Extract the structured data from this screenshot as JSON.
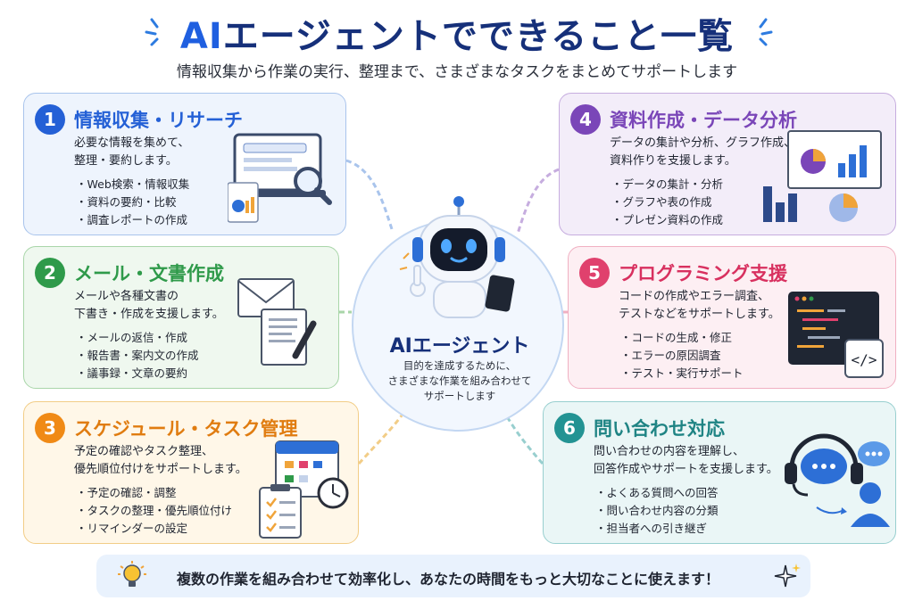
{
  "header": {
    "title_ai": "AI",
    "title_rest": "エージェントでできること一覧",
    "subtitle": "情報収集から作業の実行、整理まで、さまざまなタスクをまとめてサポートします"
  },
  "center": {
    "title": "AIエージェント",
    "desc1": "目的を達成するために、",
    "desc2": "さまざまな作業を組み合わせて",
    "desc3": "サポートします"
  },
  "cards": [
    {
      "num": "1",
      "title": "情報収集・リサーチ",
      "desc1": "必要な情報を集めて、",
      "desc2": "整理・要約します。",
      "items": [
        "Web検索・情報収集",
        "資料の要約・比較",
        "調査レポートの作成"
      ],
      "color": "#2460d6"
    },
    {
      "num": "2",
      "title": "メール・文書作成",
      "desc1": "メールや各種文書の",
      "desc2": "下書き・作成を支援します。",
      "items": [
        "メールの返信・作成",
        "報告書・案内文の作成",
        "議事録・文章の要約"
      ],
      "color": "#2f9a4a"
    },
    {
      "num": "3",
      "title": "スケジュール・タスク管理",
      "desc1": "予定の確認やタスク整理、",
      "desc2": "優先順位付けをサポートします。",
      "items": [
        "予定の確認・調整",
        "タスクの整理・優先順位付け",
        "リマインダーの設定"
      ],
      "color": "#f08a16"
    },
    {
      "num": "4",
      "title": "資料作成・データ分析",
      "desc1": "データの集計や分析、グラフ作成、",
      "desc2": "資料作りを支援します。",
      "items": [
        "データの集計・分析",
        "グラフや表の作成",
        "プレゼン資料の作成"
      ],
      "color": "#7a46b8"
    },
    {
      "num": "5",
      "title": "プログラミング支援",
      "desc1": "コードの作成やエラー調査、",
      "desc2": "テストなどをサポートします。",
      "items": [
        "コードの生成・修正",
        "エラーの原因調査",
        "テスト・実行サポート"
      ],
      "color": "#e0416d"
    },
    {
      "num": "6",
      "title": "問い合わせ対応",
      "desc1": "問い合わせの内容を理解し、",
      "desc2": "回答作成やサポートを支援します。",
      "items": [
        "よくある質問への回答",
        "問い合わせ内容の分類",
        "担当者への引き継ぎ"
      ],
      "color": "#239393"
    }
  ],
  "footer": {
    "text": "複数の作業を組み合わせて効率化し、あなたの時間をもっと大切なことに使えます！"
  },
  "icons": {
    "search": "search-icon",
    "mail": "envelope-icon",
    "calendar": "calendar-icon",
    "chart": "chart-icon",
    "code": "code-icon",
    "support": "headset-icon",
    "robot": "robot-icon",
    "bulb": "lightbulb-icon",
    "sparkle": "sparkle-icon"
  }
}
